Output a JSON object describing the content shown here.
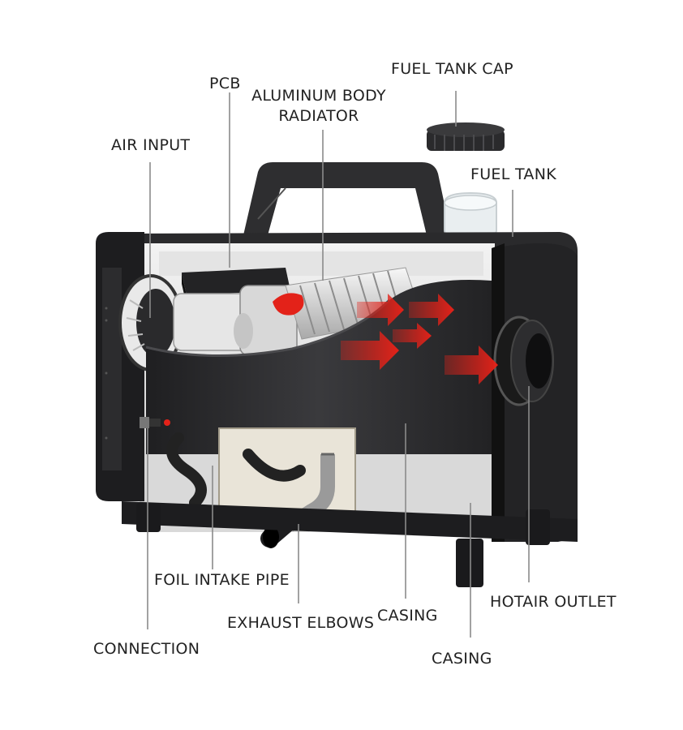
{
  "labels": {
    "fuel_tank_cap": "FUEL TANK CAP",
    "pcb": "PCB",
    "aluminum_body_radiator_line1": "ALUMINUM BODY",
    "aluminum_body_radiator_line2": "RADIATOR",
    "air_input": "AIR INPUT",
    "fuel_tank": "FUEL TANK",
    "foil_intake_pipe": "FOIL INTAKE PIPE",
    "hotair_outlet": "HOTAIR OUTLET",
    "casing_center": "CASING",
    "exhaust_elbows": "EXHAUST ELBOWS",
    "connection": "CONNECTION",
    "casing_bottom": "CASING"
  },
  "colors": {
    "label_text": "#222222",
    "leader_line": "#8a8a8a",
    "body_dark": "#2b2b2d",
    "arrow_red": "#e32219"
  }
}
